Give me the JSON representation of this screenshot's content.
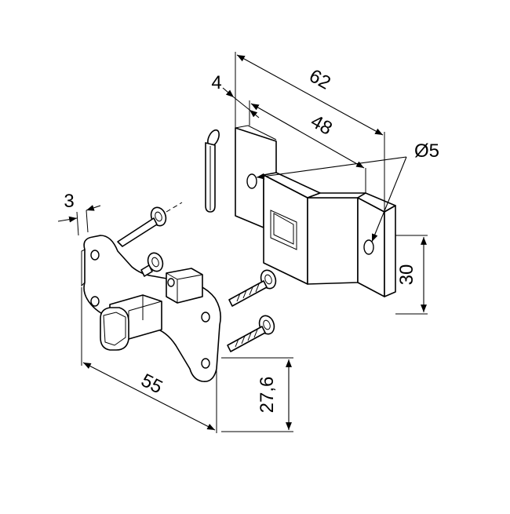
{
  "dimensions": {
    "dim_62": "62",
    "dim_48": "48",
    "dim_4": "4",
    "dim_hole": "Ø5",
    "dim_30": "30",
    "dim_3": "3",
    "dim_55": "55",
    "dim_27_6": "27,6"
  }
}
